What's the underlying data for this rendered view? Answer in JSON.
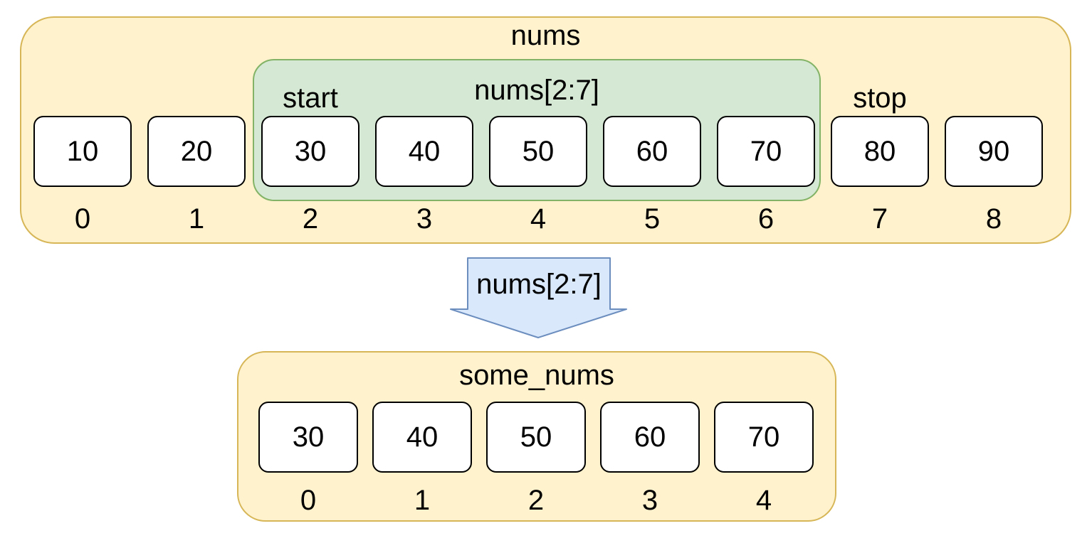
{
  "colors": {
    "container_fill": "#fff2cc",
    "container_border": "#d6b656",
    "slice_fill": "#d5e8d4",
    "slice_border": "#82b366",
    "arrow_fill": "#dae8fc",
    "arrow_border": "#6c8ebf"
  },
  "nums": {
    "title": "nums",
    "cells": [
      "10",
      "20",
      "30",
      "40",
      "50",
      "60",
      "70",
      "80",
      "90"
    ],
    "indices": [
      "0",
      "1",
      "2",
      "3",
      "4",
      "5",
      "6",
      "7",
      "8"
    ]
  },
  "slice": {
    "title": "nums[2:7]",
    "start_label": "start",
    "stop_label": "stop"
  },
  "arrow": {
    "label": "nums[2:7]"
  },
  "some_nums": {
    "title": "some_nums",
    "cells": [
      "30",
      "40",
      "50",
      "60",
      "70"
    ],
    "indices": [
      "0",
      "1",
      "2",
      "3",
      "4"
    ]
  }
}
